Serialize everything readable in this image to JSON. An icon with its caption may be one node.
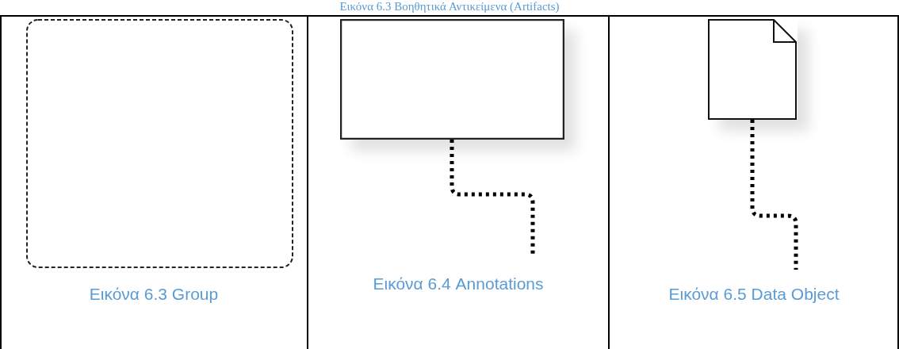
{
  "diagram": {
    "title": "Εικόνα 6.3 Βοηθητικά Αντικείμενα (Artifacts)",
    "nodes": [
      {
        "text": [],
        "shape": "box"
      },
      {
        "text": [],
        "shape": "box"
      },
      {
        "text": [],
        "shape": "document"
      }
    ],
    "edges": [
      {
        "from": 1,
        "to": null,
        "arrow": "none",
        "style": "dashed"
      },
      {
        "from": 2,
        "to": null,
        "arrow": "none",
        "style": "dashed"
      }
    ],
    "labels": [
      "Εικόνα 6.3 Group",
      "Εικόνα 6.4 Annotations",
      "Εικόνα 6.5 Data Object"
    ]
  }
}
